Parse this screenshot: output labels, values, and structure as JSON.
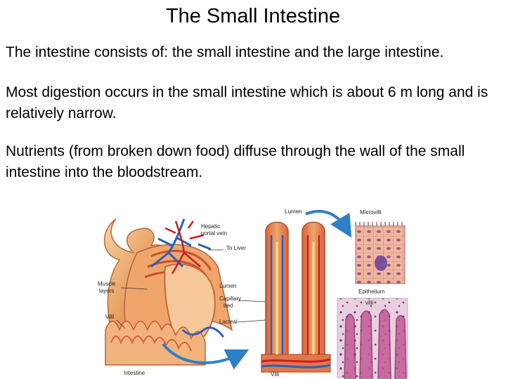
{
  "slide": {
    "title": "The Small Intestine",
    "paragraphs": [
      "The intestine consists of: the small intestine and the large intestine.",
      "Most digestion occurs in the small intestine which is about 6 m long and is relatively narrow.",
      "Nutrients (from broken down food) diffuse through the wall of the small intestine into the bloodstream."
    ]
  },
  "figure": {
    "labels": {
      "hepatic_portal_vein_1": "Hepatic",
      "hepatic_portal_vein_2": "portal vein",
      "to_liver": "To Liver",
      "muscle_layers_1": "Muscle",
      "muscle_layers_2": "layers",
      "villi_left": "Villi",
      "intestine": "Intestine",
      "lumen_mid": "Lumen",
      "capillary_bed_1": "Capillary",
      "capillary_bed_2": "bed",
      "lacteal": "Lacteal",
      "lumen_top": "Lumen",
      "villi_bottom": "Villi",
      "microvilli": "Microvilli",
      "epithelium": "Epithelium",
      "villi_micro": "villi"
    },
    "colors": {
      "intestine_orange": "#e89a5a",
      "intestine_outer": "#f2c28a",
      "vein_blue": "#2c5fb8",
      "artery_red": "#c8201e",
      "arrow_blue": "#2f7fc8",
      "micrograph_purple": "#b0477e"
    }
  }
}
